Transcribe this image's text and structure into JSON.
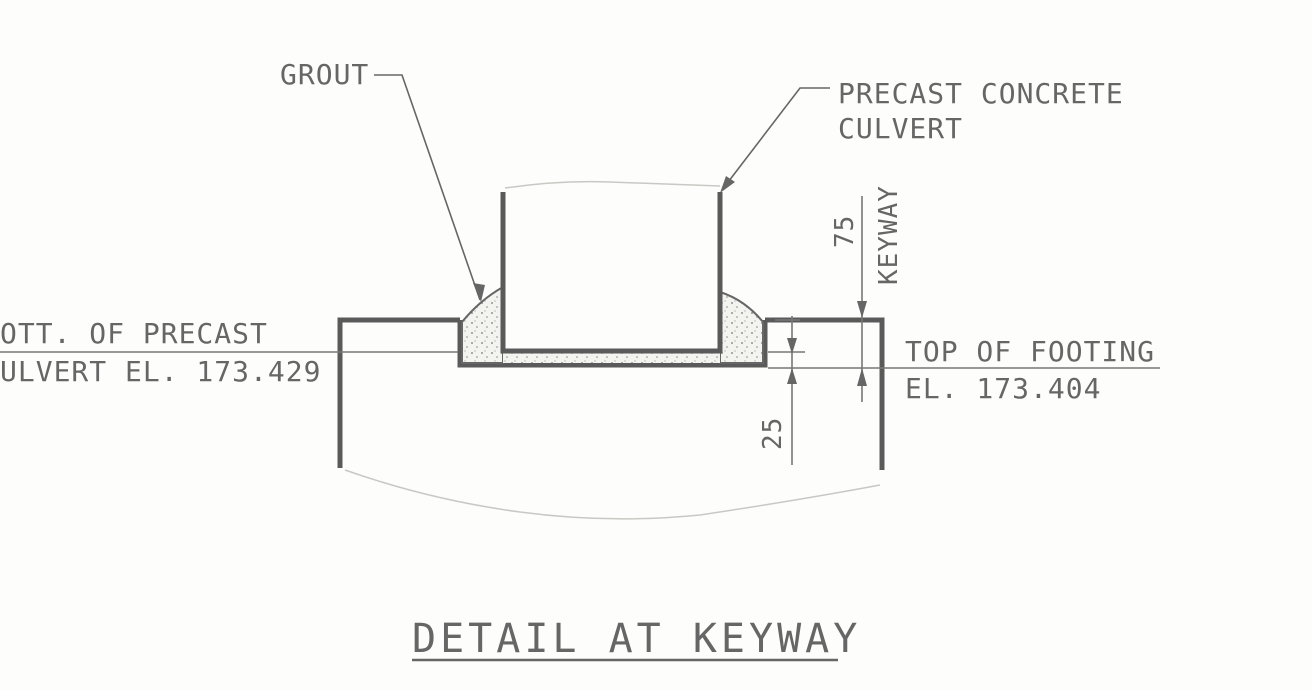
{
  "labels": {
    "grout": "GROUT",
    "culvert_line1": "PRECAST CONCRETE",
    "culvert_line2": "CULVERT",
    "bottom_line1": "OTT. OF PRECAST",
    "bottom_line2": "ULVERT EL. 173.429",
    "footing_line1": "TOP OF FOOTING",
    "footing_line2": "EL. 173.404",
    "dim_keyway_value": "75",
    "dim_keyway_text": "KEYWAY",
    "dim_25": "25",
    "title": "DETAIL AT KEYWAY"
  },
  "colors": {
    "ink": "#6b6b6b",
    "heavy": "#555555",
    "grout_fill": "#e8e8e4"
  }
}
